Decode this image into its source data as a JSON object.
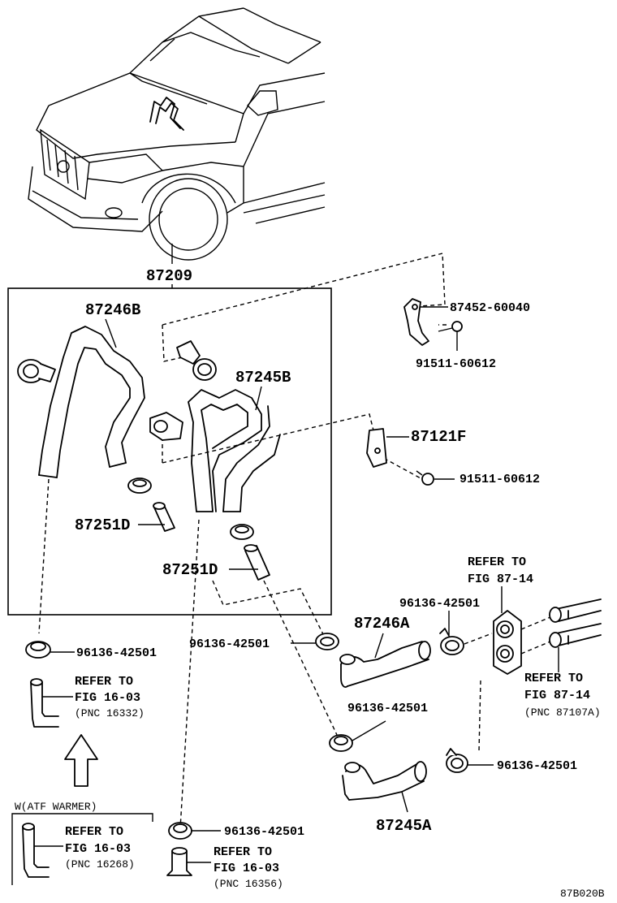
{
  "assembly": {
    "pnc": "87209"
  },
  "labels": {
    "hose_246b": "87246B",
    "hose_245b": "87245B",
    "pipe_251d_upper": "87251D",
    "pipe_251d_lower": "87251D",
    "bracket_452": "87452-60040",
    "bolt_upper": "91511-60612",
    "bracket_121f": "87121F",
    "bolt_lower": "91511-60612",
    "hose_246a": "87246A",
    "hose_245a": "87245A",
    "clip_top_valve": "96136-42501",
    "clip_center": "96136-42501",
    "clip_left": "96136-42501",
    "clip_lower_mid": "96136-42501",
    "clip_right": "96136-42501",
    "clip_bottom": "96136-42501"
  },
  "refs": {
    "valve_top": {
      "l1": "REFER TO",
      "l2": "FIG 87-14"
    },
    "valve_right": {
      "l1": "REFER TO",
      "l2": "FIG 87-14",
      "pnc": "(PNC 87107A)"
    },
    "left_mid": {
      "l1": "REFER TO",
      "l2": "FIG 16-03",
      "pnc": "(PNC 16332)"
    },
    "atf": {
      "l1": "REFER TO",
      "l2": "FIG 16-03",
      "pnc": "(PNC 16268)"
    },
    "bottom": {
      "l1": "REFER TO",
      "l2": "FIG 16-03",
      "pnc": "(PNC 16356)"
    }
  },
  "atf_box_title": "W(ATF WARMER)",
  "figure_id": "87B020B",
  "icons": {
    "arrow": "up-arrow-icon",
    "vehicle": "suv-front-view"
  }
}
